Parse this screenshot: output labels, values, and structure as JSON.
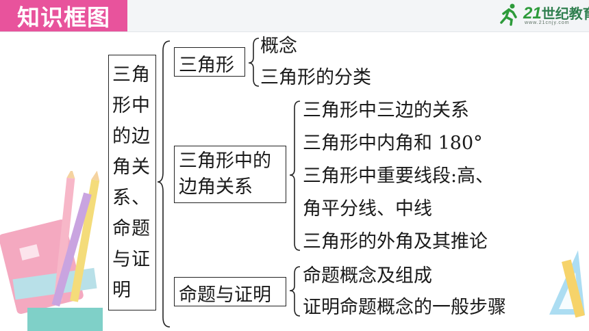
{
  "header": {
    "title": "知识框图",
    "logo_text_number": "21",
    "logo_text": "世纪教育",
    "logo_url": "www.21cnjy.com"
  },
  "colors": {
    "title_bg": "#e8539c",
    "logo_green": "#2d9b3a"
  },
  "diagram": {
    "root": "三角形中的边角关系、命题与证明",
    "root_lines": [
      "三角",
      "形中",
      "的边",
      "角关",
      "系、",
      "命题",
      "与证",
      "明"
    ],
    "branches": [
      {
        "label": "三角形",
        "children": [
          "概念",
          "三角形的分类"
        ]
      },
      {
        "label_lines": [
          "三角形中的",
          "边角关系"
        ],
        "children": [
          "三角形中三边的关系",
          "三角形中内角和 180°",
          "三角形中重要线段:高、",
          "角平分线、中线",
          "三角形的外角及其推论"
        ]
      },
      {
        "label": "命题与证明",
        "children": [
          "命题概念及组成",
          "证明命题概念的一般步骤"
        ]
      }
    ]
  }
}
